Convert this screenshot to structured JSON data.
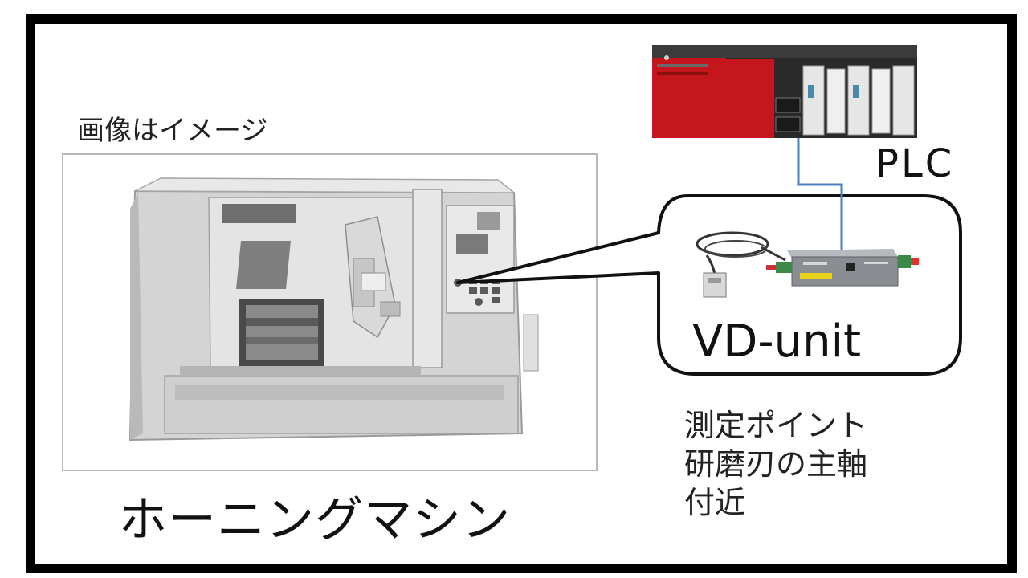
{
  "diagram": {
    "image_note": "画像はイメージ",
    "machine_name": "ホーニングマシン",
    "plc_label": "PLC",
    "unit_label": "VD-unit",
    "measurement_lines": [
      "測定ポイント",
      "研磨刃の主軸",
      "付近"
    ]
  },
  "colors": {
    "frame": "#000000",
    "plc_red": "#c4161c",
    "plc_dark": "#2a2a2a",
    "cable_blue": "#4a7fc1",
    "unit_body": "#8a8d92",
    "unit_accent": "#e6d21a",
    "machine_gray": "#c9c9c9"
  },
  "icons": [
    "plc-device-icon",
    "vd-unit-device-icon",
    "honing-machine-icon"
  ]
}
